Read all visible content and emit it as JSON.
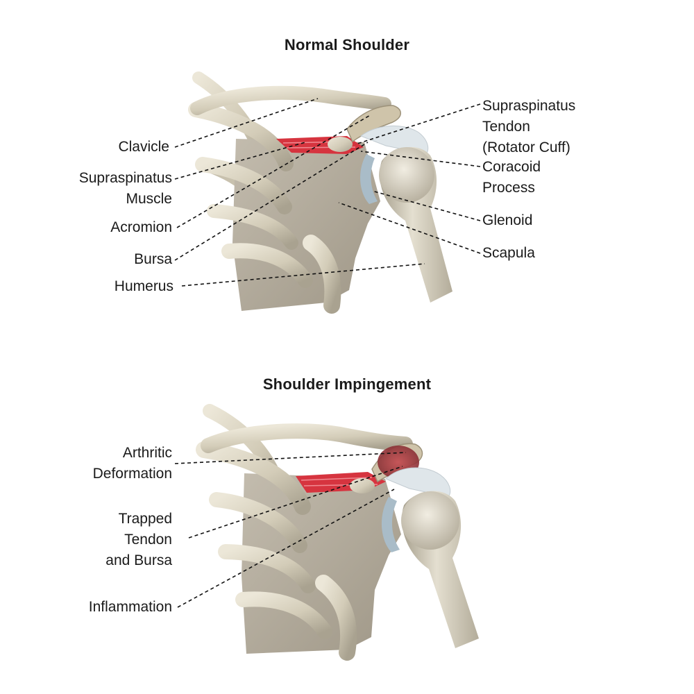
{
  "normal": {
    "title": "Normal Shoulder",
    "labels": {
      "clavicle": "Clavicle",
      "supraspinatus_muscle": "Supraspinatus\nMuscle",
      "acromion": "Acromion",
      "bursa": "Bursa",
      "humerus": "Humerus",
      "supraspinatus_tendon": "Supraspinatus\nTendon\n(Rotator Cuff)",
      "coracoid_process": "Coracoid\nProcess",
      "glenoid": "Glenoid",
      "scapula": "Scapula"
    }
  },
  "impingement": {
    "title": "Shoulder Impingement",
    "labels": {
      "arthritic_deformation": "Arthritic\nDeformation",
      "trapped_tendon_bursa": "Trapped\nTendon\nand Bursa",
      "inflammation": "Inflammation"
    }
  },
  "colors": {
    "bone": "#d7d1bf",
    "bone_shadow": "#a9a290",
    "scapula": "#b3ab9b",
    "muscle": "#d6343f",
    "tendon": "#dfe6ea",
    "glenoid_cartilage": "#a9bcc8",
    "inflammation": "#b0333b",
    "leader_line": "#111111"
  }
}
